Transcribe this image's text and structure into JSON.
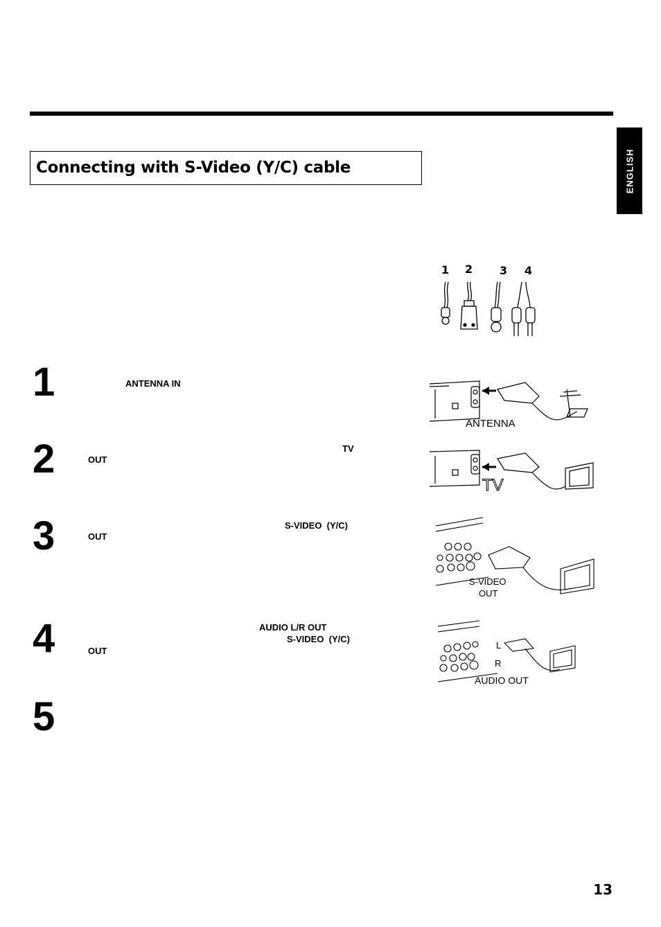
{
  "header": {
    "title": "Connecting with S-Video (Y/C) cable",
    "language_tab": "ENGLISH"
  },
  "cables_figure": {
    "labels": [
      "1",
      "2",
      "3",
      "4"
    ]
  },
  "steps": [
    {
      "number": "1",
      "labels": [
        "ANTENNA IN"
      ],
      "figure_label": "ANTENNA"
    },
    {
      "number": "2",
      "labels": [
        "TV",
        "OUT"
      ],
      "figure_label": "TV"
    },
    {
      "number": "3",
      "labels": [
        "S-VIDEO  (Y/C)",
        "OUT"
      ],
      "figure_label_line1": "S-VIDEO",
      "figure_label_line2": "OUT"
    },
    {
      "number": "4",
      "labels": [
        "AUDIO L/R OUT",
        "S-VIDEO  (Y/C)",
        "OUT"
      ],
      "figure_label": "AUDIO OUT",
      "figure_l": "L",
      "figure_r": "R"
    },
    {
      "number": "5",
      "labels": []
    }
  ],
  "page_number": "13"
}
